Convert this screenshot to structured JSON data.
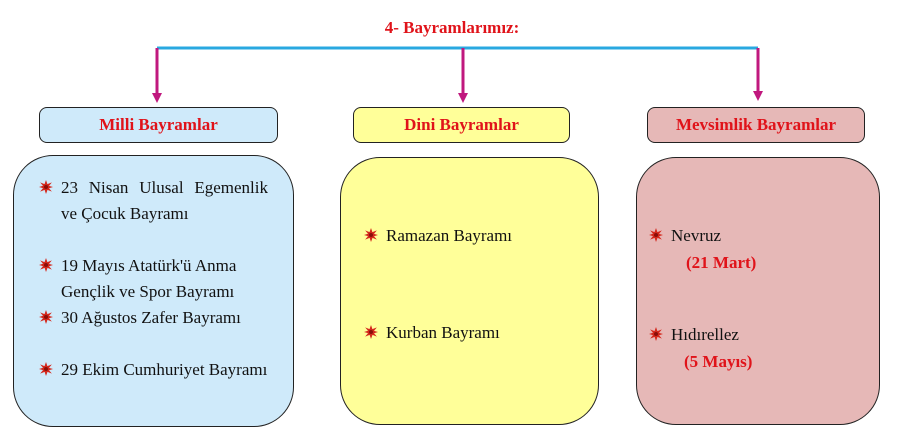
{
  "title": "4- Bayramlarımız:",
  "colors": {
    "title_red": "#e0131a",
    "connector_blue": "#29a8e0",
    "arrow_magenta": "#c0187e",
    "box_blue": "#cfeafa",
    "box_yellow": "#ffff99",
    "box_pink": "#e6b8b7",
    "bullet_red": "#d4281c"
  },
  "bullet_icon": "starburst-bullet-icon",
  "categories": [
    {
      "label": "Milli Bayramlar",
      "items": [
        "23 Nisan Ulusal Egemenlik ve Çocuk Bayramı",
        "19 Mayıs Atatürk'ü Anma Gençlik ve Spor Bayramı",
        "30 Ağustos Zafer Bayramı",
        "29 Ekim Cumhuriyet Bayramı"
      ]
    },
    {
      "label": "Dini Bayramlar",
      "items": [
        "Ramazan Bayramı",
        "Kurban Bayramı"
      ]
    },
    {
      "label": "Mevsimlik Bayramlar",
      "items": [
        {
          "name": "Nevruz",
          "date": "(21 Mart)"
        },
        {
          "name": "Hıdırellez",
          "date": "(5 Mayıs)"
        }
      ]
    }
  ]
}
